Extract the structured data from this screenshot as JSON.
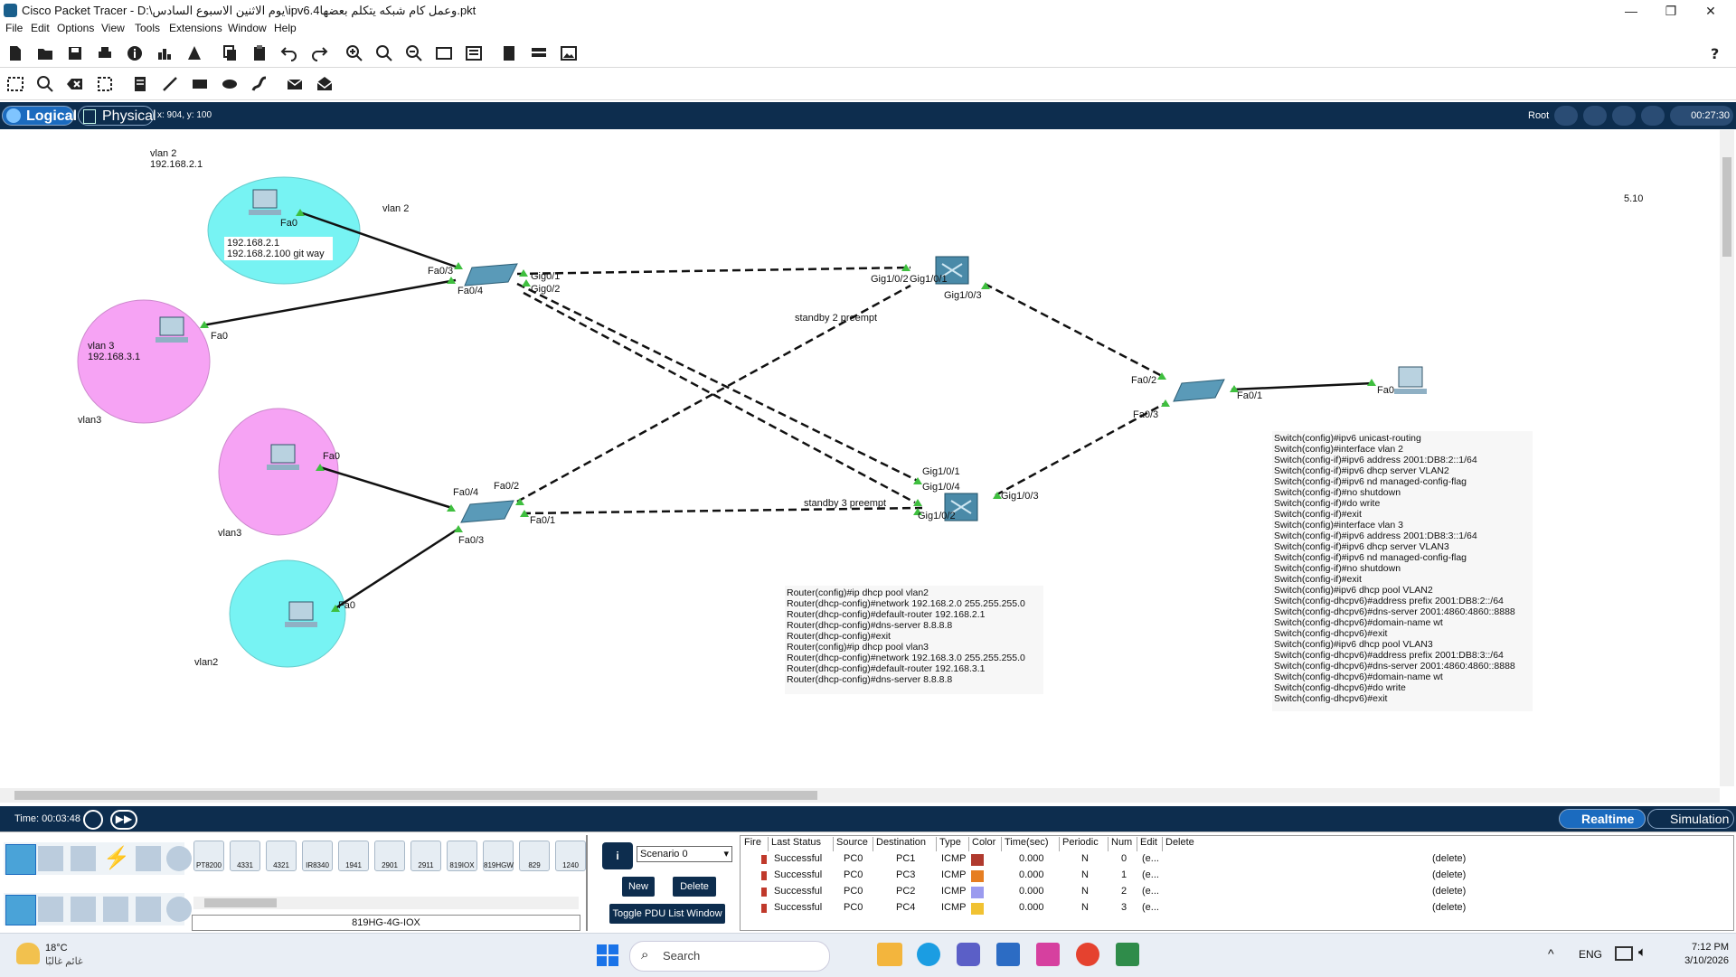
{
  "window": {
    "title": "Cisco Packet Tracer - D:\\يوم الاثنين الاسبوع السادس\\ipv6.4وعمل كام شبكه يتكلم بعضها.pkt",
    "minimize": "—",
    "maximize": "❐",
    "close": "✕"
  },
  "menu": [
    "File",
    "Edit",
    "Options",
    "View",
    "Tools",
    "Extensions",
    "Window",
    "Help"
  ],
  "modebar": {
    "logical": "Logical",
    "physical": "Physical",
    "coords": "x: 904, y: 100",
    "root": "Root",
    "clock": "00:27:30"
  },
  "canvas": {
    "labels": [
      {
        "id": "vlan2-tl",
        "text": "vlan 2"
      },
      {
        "id": "ip-tl",
        "text": "192.168.2.1"
      },
      {
        "id": "vlan2-right",
        "text": "vlan 2"
      },
      {
        "id": "pc1-fa0",
        "text": "Fa0"
      },
      {
        "id": "box1-l1",
        "text": "192.168.2.1"
      },
      {
        "id": "box1-l2",
        "text": "192.168.2.100  git way"
      },
      {
        "id": "sw1-fa03",
        "text": "Fa0/3"
      },
      {
        "id": "sw1-fa04",
        "text": "Fa0/4"
      },
      {
        "id": "sw1-gig01",
        "text": "Gig0/1"
      },
      {
        "id": "sw1-gig02",
        "text": "Gig0/2"
      },
      {
        "id": "pc2-fa0",
        "text": "Fa0"
      },
      {
        "id": "box2-l1",
        "text": "vlan 3"
      },
      {
        "id": "box2-l2",
        "text": "192.168.3.1"
      },
      {
        "id": "vlan3-a",
        "text": "vlan3"
      },
      {
        "id": "pc3-fa0",
        "text": "Fa0"
      },
      {
        "id": "vlan3-b",
        "text": "vlan3"
      },
      {
        "id": "sw2-fa04",
        "text": "Fa0/4"
      },
      {
        "id": "sw2-fa02",
        "text": "Fa0/2"
      },
      {
        "id": "sw2-fa01",
        "text": "Fa0/1"
      },
      {
        "id": "sw2-fa03",
        "text": "Fa0/3"
      },
      {
        "id": "pc4-fa0",
        "text": "Fa0"
      },
      {
        "id": "vlan2-b",
        "text": "vlan2"
      },
      {
        "id": "standby2",
        "text": "standby 2 preempt"
      },
      {
        "id": "standby3",
        "text": "standby 3 preempt"
      },
      {
        "id": "ms1-gig102",
        "text": "Gig1/0/2"
      },
      {
        "id": "ms1-gig101",
        "text": "Gig1/0/1"
      },
      {
        "id": "ms1-gig103",
        "text": "Gig1/0/3"
      },
      {
        "id": "ms2-gig101",
        "text": "Gig1/0/1"
      },
      {
        "id": "ms2-gig104",
        "text": "Gig1/0/4"
      },
      {
        "id": "ms2-gig102",
        "text": "Gig1/0/2"
      },
      {
        "id": "ms2-gig103",
        "text": "Gig1/0/3"
      },
      {
        "id": "sw3-fa02",
        "text": "Fa0/2"
      },
      {
        "id": "sw3-fa03",
        "text": "Fa0/3"
      },
      {
        "id": "sw3-fa01",
        "text": "Fa0/1"
      },
      {
        "id": "pc5-fa0",
        "text": "Fa0"
      },
      {
        "id": "version",
        "text": "5.10"
      }
    ],
    "router_note": "Router(config)#ip dhcp pool vlan2\nRouter(dhcp-config)#network 192.168.2.0 255.255.255.0\nRouter(dhcp-config)#default-router 192.168.2.1\nRouter(dhcp-config)#dns-server 8.8.8.8\nRouter(dhcp-config)#exit\nRouter(config)#ip dhcp pool vlan3\nRouter(dhcp-config)#network 192.168.3.0 255.255.255.0\nRouter(dhcp-config)#default-router 192.168.3.1\nRouter(dhcp-config)#dns-server 8.8.8.8",
    "switch_note": "Switch(config)#ipv6 unicast-routing\nSwitch(config)#interface vlan 2\nSwitch(config-if)#ipv6 address 2001:DB8:2::1/64\nSwitch(config-if)#ipv6 dhcp server VLAN2\nSwitch(config-if)#ipv6 nd managed-config-flag\nSwitch(config-if)#no shutdown\nSwitch(config-if)#do write\nSwitch(config-if)#exit\nSwitch(config)#interface vlan 3\nSwitch(config-if)#ipv6 address 2001:DB8:3::1/64\nSwitch(config-if)#ipv6 dhcp server VLAN3\nSwitch(config-if)#ipv6 nd managed-config-flag\nSwitch(config-if)#no shutdown\nSwitch(config-if)#exit\nSwitch(config)#ipv6 dhcp pool VLAN2\nSwitch(config-dhcpv6)#address prefix 2001:DB8:2::/64\nSwitch(config-dhcpv6)#dns-server 2001:4860:4860::8888\nSwitch(config-dhcpv6)#domain-name wt\nSwitch(config-dhcpv6)#exit\nSwitch(config)#ipv6 dhcp pool VLAN3\nSwitch(config-dhcpv6)#address prefix 2001:DB8:3::/64\nSwitch(config-dhcpv6)#dns-server 2001:4860:4860::8888\nSwitch(config-dhcpv6)#domain-name wt\nSwitch(config-dhcpv6)#do write\nSwitch(config-dhcpv6)#exit"
  },
  "timebar": {
    "time": "Time: 00:03:48",
    "realtime": "Realtime",
    "simulation": "Simulation"
  },
  "devices": {
    "models": [
      "PT8200",
      "4331",
      "4321",
      "IR8340",
      "1941",
      "2901",
      "2911",
      "819IOX",
      "819HGW",
      "829",
      "1240"
    ],
    "selected": "819HG-4G-IOX"
  },
  "scenario": {
    "value": "Scenario 0",
    "new": "New",
    "delete": "Delete",
    "toggle": "Toggle PDU List Window"
  },
  "pdu": {
    "headers": [
      "Fire",
      "Last Status",
      "Source",
      "Destination",
      "Type",
      "Color",
      "Time(sec)",
      "Periodic",
      "Num",
      "Edit",
      "Delete"
    ],
    "rows": [
      {
        "status": "Successful",
        "src": "PC0",
        "dst": "PC1",
        "type": "ICMP",
        "color": "#b03a2e",
        "time": "0.000",
        "periodic": "N",
        "num": "0",
        "edit": "(e...",
        "del": "(delete)"
      },
      {
        "status": "Successful",
        "src": "PC0",
        "dst": "PC3",
        "type": "ICMP",
        "color": "#e67e22",
        "time": "0.000",
        "periodic": "N",
        "num": "1",
        "edit": "(e...",
        "del": "(delete)"
      },
      {
        "status": "Successful",
        "src": "PC0",
        "dst": "PC2",
        "type": "ICMP",
        "color": "#9b9bef",
        "time": "0.000",
        "periodic": "N",
        "num": "2",
        "edit": "(e...",
        "del": "(delete)"
      },
      {
        "status": "Successful",
        "src": "PC0",
        "dst": "PC4",
        "type": "ICMP",
        "color": "#f1c232",
        "time": "0.000",
        "periodic": "N",
        "num": "3",
        "edit": "(e...",
        "del": "(delete)"
      }
    ]
  },
  "taskbar": {
    "temp": "18°C",
    "weather": "غائم غالبًا",
    "search": "Search",
    "lang": "ENG",
    "time": "7:12 PM",
    "date": "3/10/2026"
  }
}
